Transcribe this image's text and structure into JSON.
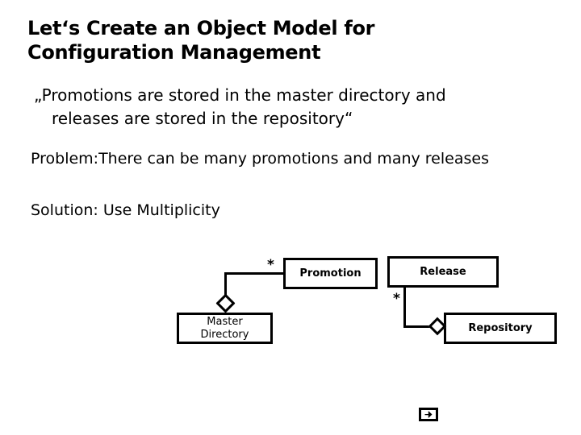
{
  "slide": {
    "title": "Let‘s Create an Object Model for\nConfiguration Management",
    "quote_line1": "„Promotions are stored in the master directory and",
    "quote_line2": "releases are stored in the repository“",
    "problem": "Problem:There can be many promotions and many releases",
    "solution": "Solution: Use Multiplicity",
    "background_color": "#ffffff",
    "text_color": "#000000"
  },
  "diagram": {
    "type": "uml-class-diagram",
    "classes": [
      {
        "id": "promotion",
        "label": "Promotion"
      },
      {
        "id": "release",
        "label": "Release"
      },
      {
        "id": "master_directory",
        "label": "Master\nDirectory"
      },
      {
        "id": "repository",
        "label": "Repository"
      }
    ],
    "multiplicities": [
      {
        "id": "promotion_mult",
        "value": "*"
      },
      {
        "id": "release_mult",
        "value": "*"
      }
    ],
    "associations": [
      {
        "id": "masterdir-promotion",
        "from": "master_directory",
        "to": "promotion",
        "kind": "aggregation",
        "diamond_at": "master_directory",
        "multiplicity_at_to": "*"
      },
      {
        "id": "repository-release",
        "from": "repository",
        "to": "release",
        "kind": "aggregation",
        "diamond_at": "repository",
        "multiplicity_at_to": "*"
      }
    ]
  },
  "footer": {
    "icon_name": "pointer-badge-icon"
  }
}
